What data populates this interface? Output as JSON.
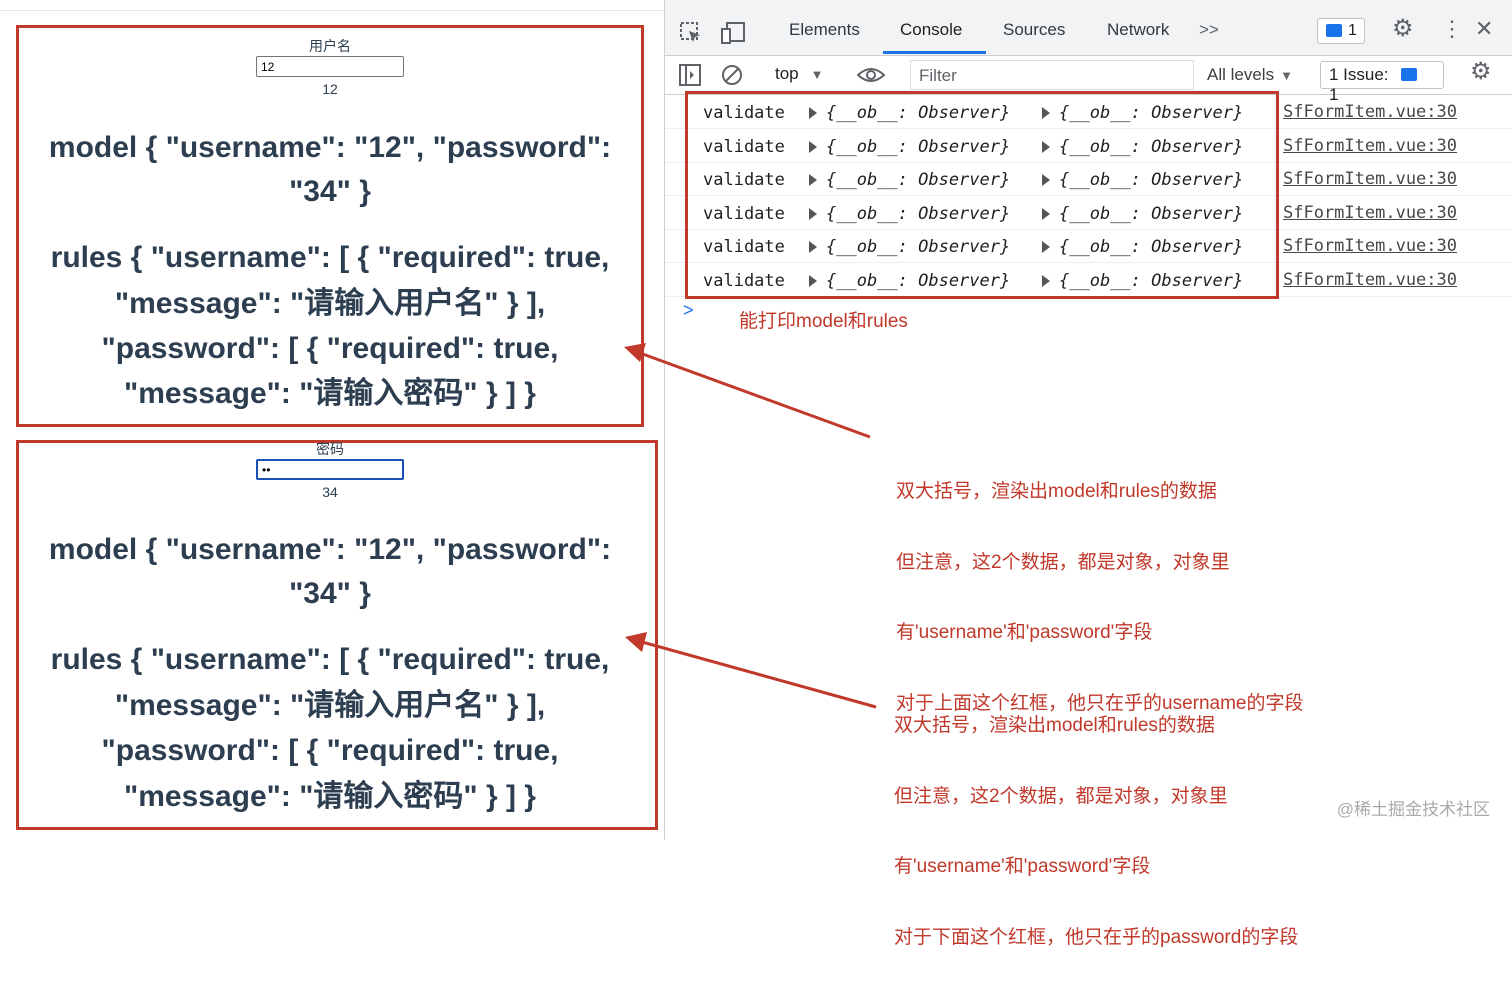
{
  "form": {
    "username": {
      "label": "用户名",
      "value": "12",
      "echo": "12"
    },
    "password": {
      "label": "密码",
      "value": "••",
      "echo": "34"
    }
  },
  "blocks": {
    "model_line1": "model { \"username\": \"12\", \"password\":",
    "model_line2": "\"34\" }",
    "rules_line1": "rules { \"username\": [ { \"required\": true,",
    "rules_line2": "\"message\": \"请输入用户名\" } ],",
    "rules_line3": "\"password\": [ { \"required\": true,",
    "rules_line4": "\"message\": \"请输入密码\" } ] }"
  },
  "devtools": {
    "tabs": [
      "Elements",
      "Console",
      "Sources",
      "Network"
    ],
    "more_tabs": ">>",
    "message_badge": "1",
    "toolbar": {
      "context": "top",
      "filter_placeholder": "Filter",
      "levels": "All levels",
      "issues_label": "1 Issue:",
      "issues_count": "1"
    },
    "console_rows": [
      {
        "text": "validate",
        "arg1": "{__ob__: Observer}",
        "arg2": "{__ob__: Observer}",
        "source": "SfFormItem.vue:30"
      },
      {
        "text": "validate",
        "arg1": "{__ob__: Observer}",
        "arg2": "{__ob__: Observer}",
        "source": "SfFormItem.vue:30"
      },
      {
        "text": "validate",
        "arg1": "{__ob__: Observer}",
        "arg2": "{__ob__: Observer}",
        "source": "SfFormItem.vue:30"
      },
      {
        "text": "validate",
        "arg1": "{__ob__: Observer}",
        "arg2": "{__ob__: Observer}",
        "source": "SfFormItem.vue:30"
      },
      {
        "text": "validate",
        "arg1": "{__ob__: Observer}",
        "arg2": "{__ob__: Observer}",
        "source": "SfFormItem.vue:30"
      },
      {
        "text": "validate",
        "arg1": "{__ob__: Observer}",
        "arg2": "{__ob__: Observer}",
        "source": "SfFormItem.vue:30"
      }
    ],
    "prompt": ">"
  },
  "annotations": {
    "console_note": "能打印model和rules",
    "note_top": [
      "双大括号，渲染出model和rules的数据",
      "但注意，这2个数据，都是对象，对象里",
      "有'username'和'password'字段",
      "对于上面这个红框，他只在乎的username的字段"
    ],
    "note_bottom": [
      "双大括号，渲染出model和rules的数据",
      "但注意，这2个数据，都是对象，对象里",
      "有'username'和'password'字段",
      "对于下面这个红框，他只在乎的password的字段"
    ]
  },
  "colors": {
    "annotation_red": "#c0392b",
    "devtools_accent": "#1a73e8",
    "text": "#2c3e50"
  },
  "watermark": "@稀土掘金技术社区"
}
